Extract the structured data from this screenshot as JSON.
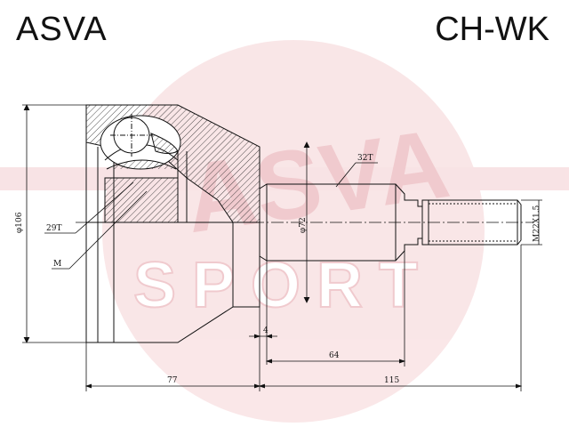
{
  "header": {
    "brand": "ASVA",
    "part_number": "CH-WK"
  },
  "watermark": {
    "logo_text": "ASVA",
    "sub_text": "SPORT",
    "color": "#e8a8ad"
  },
  "colors": {
    "line": "#111111",
    "hatch": "#222222"
  },
  "labels": {
    "spline_outer": "32T",
    "spline_inner": "29T",
    "marker_m": "M",
    "outer_diameter": "φ106",
    "shaft_diameter": "φ72",
    "thread": "M22X1.5",
    "gap": "4",
    "shaft_len": "64",
    "body_len": "77",
    "total_len": "115"
  }
}
